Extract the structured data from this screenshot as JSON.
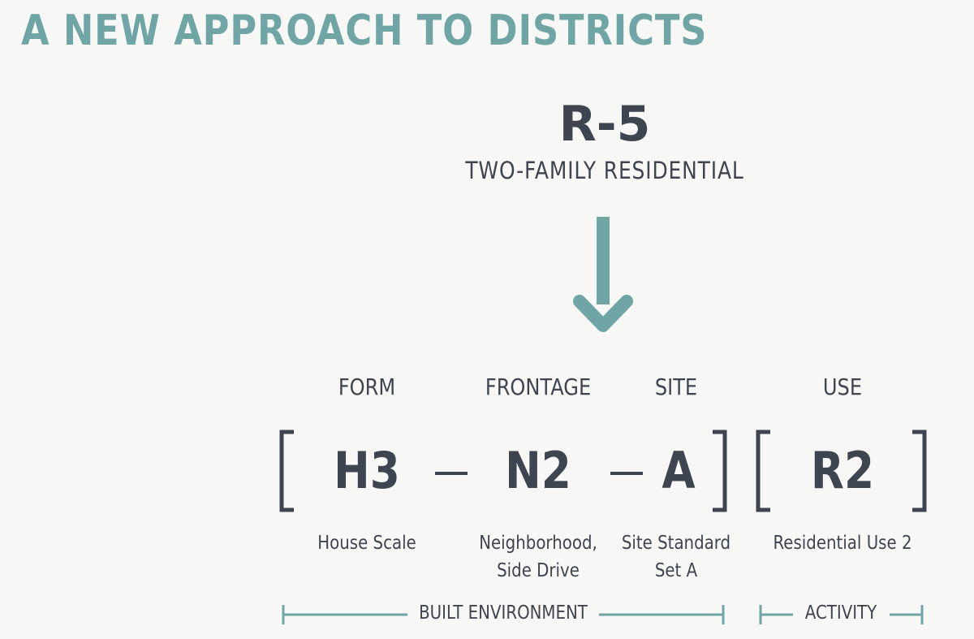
{
  "title": "A NEW APPROACH TO DISTRICTS",
  "district": {
    "code": "R-5",
    "name": "TWO-FAMILY RESIDENTIAL"
  },
  "columns": [
    {
      "label": "FORM",
      "code": "H3",
      "description": "House Scale"
    },
    {
      "label": "FRONTAGE",
      "code": "N2",
      "description": "Neighborhood,\nSide Drive"
    },
    {
      "label": "SITE",
      "code": "A",
      "description": "Site Standard\nSet A"
    },
    {
      "label": "USE",
      "code": "R2",
      "description": "Residential Use 2"
    }
  ],
  "groups": {
    "built_environment": "BUILT ENVIRONMENT",
    "activity": "ACTIVITY"
  },
  "colors": {
    "accent": "#6fa5a5",
    "text": "#3e4450",
    "background": "#f7f7f6"
  }
}
